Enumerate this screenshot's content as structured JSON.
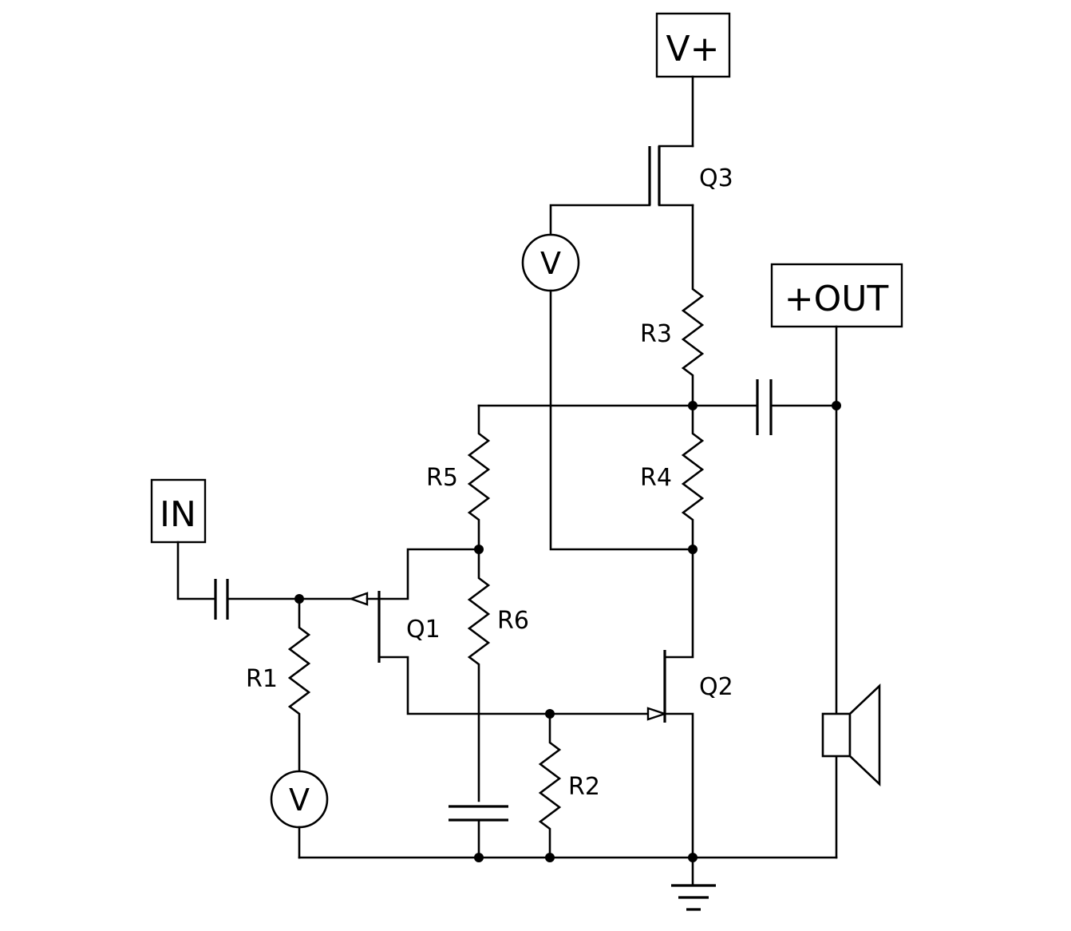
{
  "terminals": {
    "supply": "V+",
    "output": "+OUT",
    "input": "IN"
  },
  "components": {
    "transistors": [
      "Q1",
      "Q2",
      "Q3"
    ],
    "resistors": [
      "R1",
      "R2",
      "R3",
      "R4",
      "R5",
      "R6"
    ],
    "meters": [
      "V",
      "V"
    ]
  },
  "colors": {
    "ink": "#000000",
    "background": "#ffffff"
  }
}
